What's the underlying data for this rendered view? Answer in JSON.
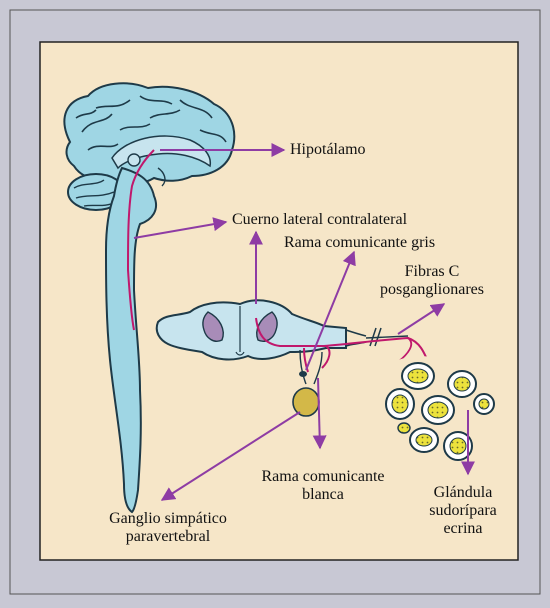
{
  "labels": {
    "hipotalamo": "Hipotálamo",
    "cuerno_lateral": "Cuerno lateral contralateral",
    "rama_gris": "Rama comunicante gris",
    "fibras_c_1": "Fibras C",
    "fibras_c_2": "posganglionares",
    "rama_blanca_1": "Rama comunicante",
    "rama_blanca_2": "blanca",
    "ganglio_1": "Ganglio simpático",
    "ganglio_2": "paravertebral",
    "glandula_1": "Glándula",
    "glandula_2": "sudorípara",
    "glandula_3": "ecrina"
  },
  "colors": {
    "outer_bg": "#c8c8d4",
    "panel_bg": "#f6e6c8",
    "brain_fill": "#9fd6e4",
    "nerve_fill": "#c7e4ee",
    "outline": "#1e3a48",
    "pathway": "#c0186c",
    "arrow": "#8e3ca4",
    "ganglion": "#d3b848",
    "gland_fill": "#ece23c"
  }
}
